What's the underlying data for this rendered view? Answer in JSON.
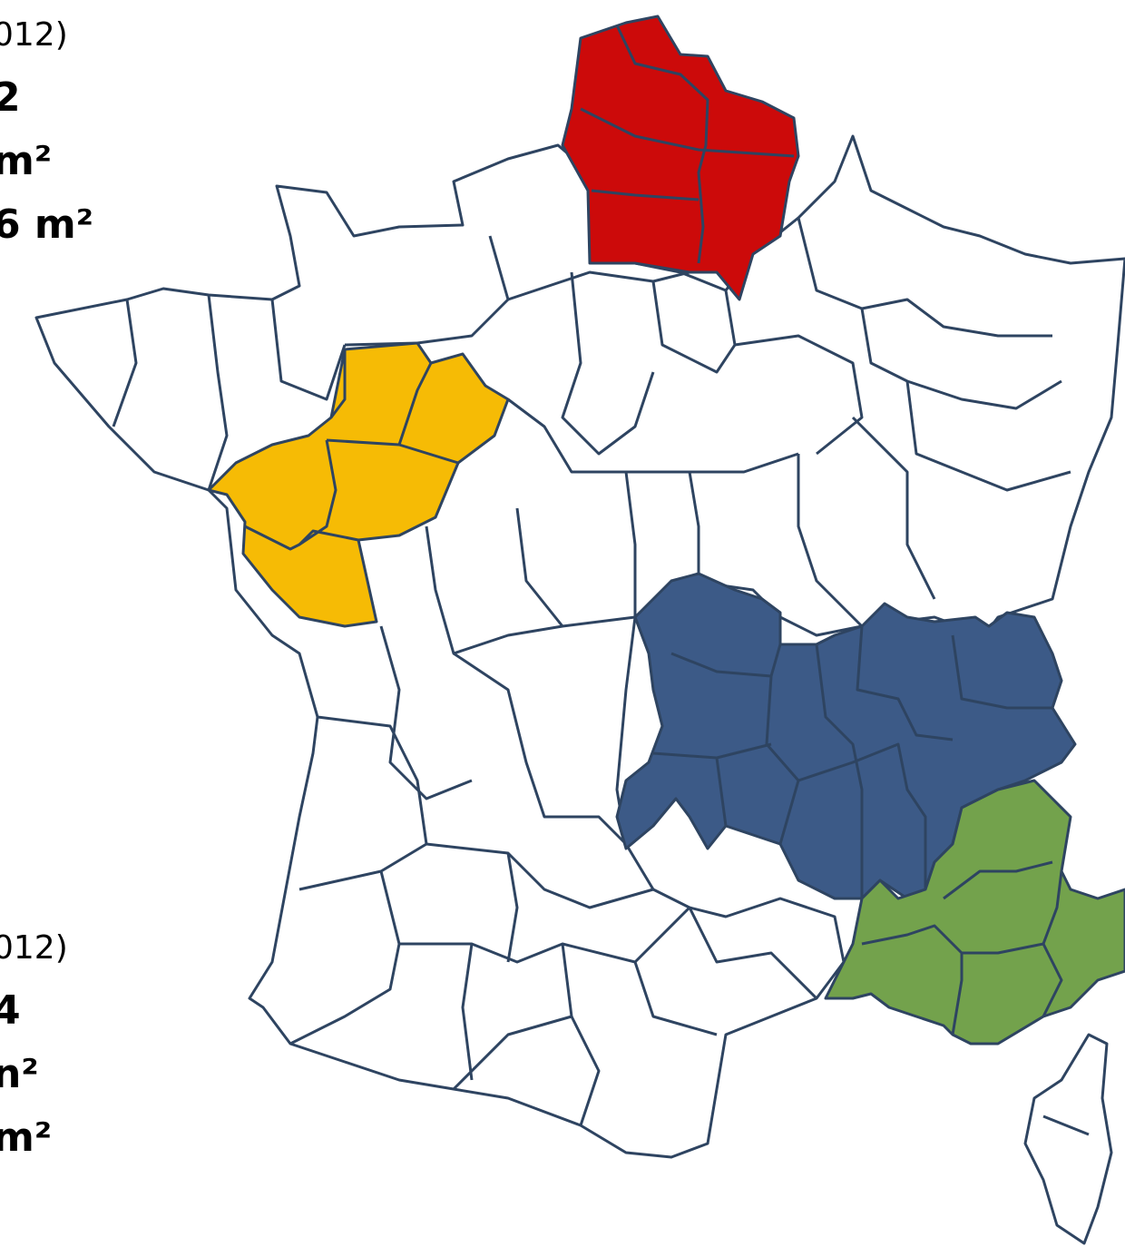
{
  "colors": {
    "outline": "#2e4461",
    "default_fill": "#ffffff",
    "hauts_de_france": "#cc0a0a",
    "pays_de_la_loire": "#f6bb05",
    "auvergne_rhone_alpes": "#3c5a87",
    "paca": "#73a24c"
  },
  "left_panel_top": {
    "year_fragment": "012)",
    "value_1": "2",
    "value_2": "m²",
    "value_3": "6 m²"
  },
  "left_panel_bottom": {
    "year_fragment": "012)",
    "value_1": "4",
    "value_2": "n²",
    "value_3": "m²"
  }
}
